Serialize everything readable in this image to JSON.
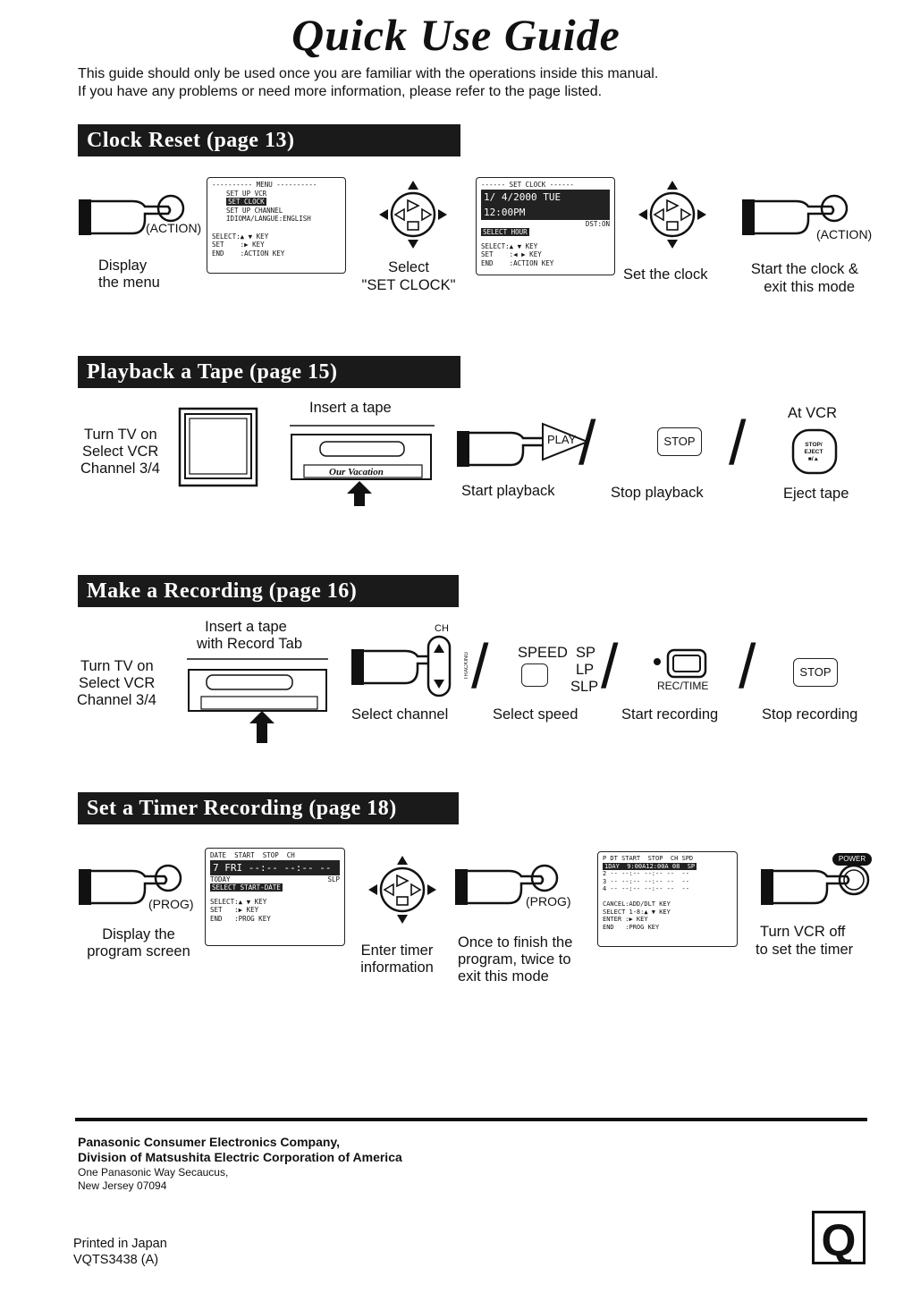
{
  "title": "Quick Use Guide",
  "intro": [
    "This guide should only be used once you are familiar with the operations inside this manual.",
    "If you have any problems or need more information, please refer to the page listed."
  ],
  "clock": {
    "header": "Clock Reset (page 13)",
    "action_label": "(ACTION)",
    "step1": [
      "Display",
      "the menu"
    ],
    "menu_screen": {
      "title": "---------- MENU ----------",
      "items": [
        "SET UP VCR",
        "SET CLOCK",
        "SET UP CHANNEL",
        "IDIOMA/LANGUE:ENGLISH"
      ],
      "select": "SELECT:▲ ▼ KEY",
      "set": "SET    :▶ KEY",
      "end": "END    :ACTION KEY"
    },
    "step2": [
      "Select",
      "\"SET CLOCK\""
    ],
    "clock_screen": {
      "title": "------ SET CLOCK ------",
      "value": "1/ 4/2000 TUE 12:00PM",
      "dst": "DST:ON",
      "highlight": "SELECT HOUR",
      "select": "SELECT:▲ ▼ KEY",
      "set": "SET    :◀ ▶ KEY",
      "end": "END    :ACTION KEY"
    },
    "step3": "Set the clock",
    "step4": [
      "Start the clock &",
      "exit this mode"
    ]
  },
  "playback": {
    "header": "Playback a Tape (page 15)",
    "turn_tv": [
      "Turn TV on",
      "Select VCR",
      "Channel 3/4"
    ],
    "insert": "Insert a tape",
    "tape_label": "Our Vacation",
    "play_key": "PLAY",
    "start": "Start playback",
    "stop_key": "STOP",
    "stop": "Stop playback",
    "at_vcr": "At VCR",
    "eject_key": [
      "STOP/",
      "EJECT",
      "■/▲"
    ],
    "eject": "Eject tape"
  },
  "recording": {
    "header": "Make a Recording (page 16)",
    "insert": [
      "Insert a tape",
      "with Record Tab"
    ],
    "turn_tv": [
      "Turn TV on",
      "Select VCR",
      "Channel 3/4"
    ],
    "ch_label": "CH",
    "tracking": "TRACKING",
    "select_channel": "Select channel",
    "speed_label": "SPEED",
    "speeds": [
      "SP",
      "LP",
      "SLP"
    ],
    "select_speed": "Select speed",
    "rec_label": "REC/TIME",
    "start_rec": "Start recording",
    "stop_key": "STOP",
    "stop_rec": "Stop recording"
  },
  "timer": {
    "header": "Set a Timer Recording (page 18)",
    "prog_label": "(PROG)",
    "step1": [
      "Display the",
      "program screen"
    ],
    "prog_screen": {
      "head": "DATE  START  STOP  CH",
      "value": "7 FRI --:-- --:-- --",
      "today": "TODAY",
      "slp": "SLP",
      "highlight": "SELECT START-DATE",
      "select": "SELECT:▲ ▼ KEY",
      "set": "SET   :▶ KEY",
      "end": "END   :PROG KEY"
    },
    "step2": [
      "Enter timer",
      "information"
    ],
    "step3": [
      "Once to finish the",
      "program, twice to",
      "exit this mode"
    ],
    "list_screen": {
      "head": "P DT START  STOP  CH SPD",
      "rows": [
        "1DAY  9:00A12:00A 08  SP",
        "2 -- --:-- --:-- --  --",
        "3 -- --:-- --:-- --  --",
        "4 -- --:-- --:-- --  --"
      ],
      "cancel": "CANCEL:ADD/DLT KEY",
      "select": "SELECT 1-8:▲ ▼ KEY",
      "enter": "ENTER :▶ KEY",
      "end": "END   :PROG KEY"
    },
    "power_key": "POWER",
    "step4": [
      "Turn VCR off",
      "to set the timer"
    ]
  },
  "footer": {
    "company": "Panasonic Consumer Electronics Company,",
    "division": "Division of Matsushita Electric Corporation of America",
    "address1": "One Panasonic Way Secaucus,",
    "address2": "New Jersey 07094",
    "printed": "Printed in Japan",
    "code": "VQTS3438  (A)",
    "badge": "Q"
  }
}
